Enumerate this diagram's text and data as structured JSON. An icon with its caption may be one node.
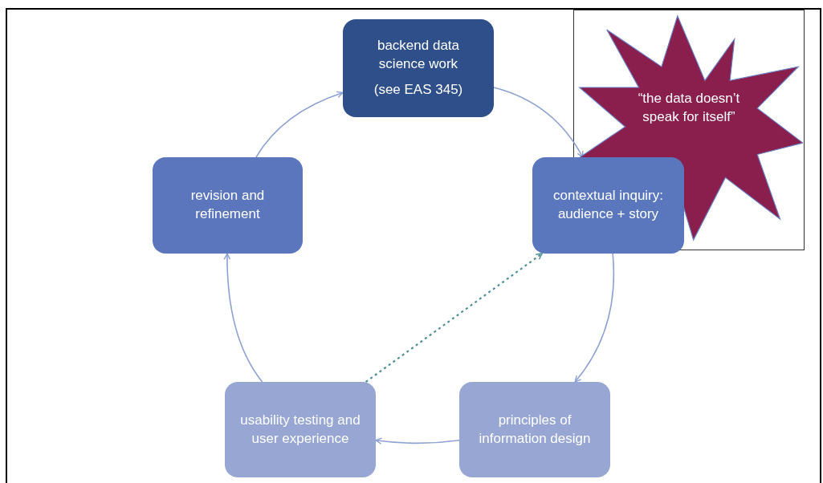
{
  "diagram": {
    "nodes": [
      {
        "text": [
          "backend data science work",
          "(see EAS 345)"
        ]
      },
      {
        "text": [
          "contextual inquiry: audience + story"
        ]
      },
      {
        "text": [
          "principles of information design"
        ]
      },
      {
        "text": [
          "usability testing and user experience"
        ]
      },
      {
        "text": [
          "revision and refinement"
        ]
      },
      {
        "text": [
          "“the data doesn’t speak for itself”"
        ]
      }
    ],
    "edges": [
      {
        "from": 0,
        "to": 1,
        "arrow": "to"
      },
      {
        "from": 1,
        "to": 2,
        "arrow": "to"
      },
      {
        "from": 2,
        "to": 3,
        "arrow": "to"
      },
      {
        "from": 3,
        "to": 4,
        "arrow": "to"
      },
      {
        "from": 4,
        "to": 0,
        "arrow": "to"
      },
      {
        "from": 3,
        "to": 1,
        "arrow": "to",
        "style": "dashed",
        "color": "#4f8f94"
      }
    ]
  }
}
